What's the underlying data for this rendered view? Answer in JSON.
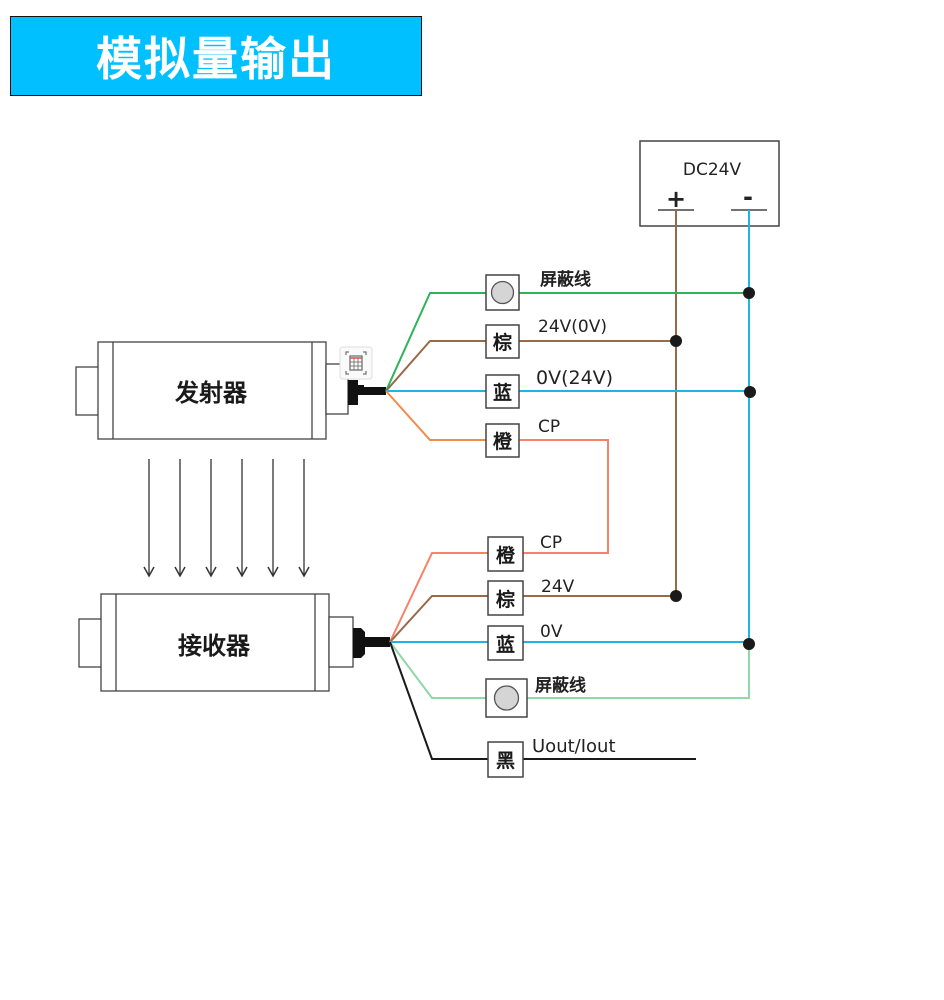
{
  "title": "模拟量输出",
  "colors": {
    "banner": "#00c0ff",
    "green": "#2eb35a",
    "light_green": "#8fd9a8",
    "brown": "#9a6a48",
    "blue": "#1eb4e6",
    "orange": "#f28a4a",
    "salmon": "#f5836a",
    "black": "#1a1a1a"
  },
  "power_supply": {
    "label": "DC24V",
    "plus": "+",
    "minus": "-"
  },
  "emitter": {
    "label": "发射器",
    "wires": [
      {
        "color_key": "green",
        "badge": "shield",
        "label": "屏蔽线"
      },
      {
        "color_key": "brown",
        "badge": "棕",
        "label": "24V(0V)"
      },
      {
        "color_key": "blue",
        "badge": "蓝",
        "label": "0V(24V)"
      },
      {
        "color_key": "orange",
        "badge": "橙",
        "label": "CP"
      }
    ]
  },
  "receiver": {
    "label": "接收器",
    "wires": [
      {
        "color_key": "salmon",
        "badge": "橙",
        "label": "CP"
      },
      {
        "color_key": "brown",
        "badge": "棕",
        "label": "24V"
      },
      {
        "color_key": "blue",
        "badge": "蓝",
        "label": "0V"
      },
      {
        "color_key": "light_green",
        "badge": "shield",
        "label": "屏蔽线"
      },
      {
        "color_key": "black",
        "badge": "黑",
        "label": "Uout/Iout"
      }
    ]
  },
  "beam_arrow_count": 6,
  "icons": {
    "floating_toolbar": "calculator-scan-icon"
  }
}
